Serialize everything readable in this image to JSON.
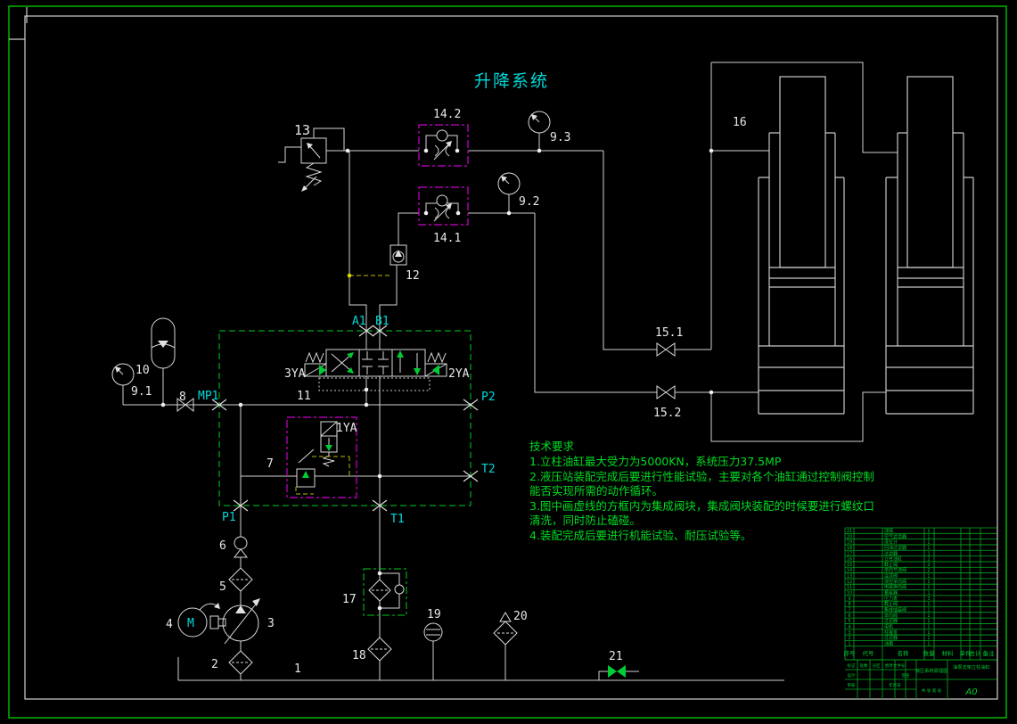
{
  "title": "升降系统",
  "ports": {
    "a1": "A1",
    "b1": "B1",
    "mp1": "MP1",
    "p1": "P1",
    "p2": "P2",
    "t1": "T1",
    "t2": "T2"
  },
  "labels": {
    "n1": "1",
    "n2": "2",
    "n3": "3",
    "n4": "4",
    "n5": "5",
    "n6": "6",
    "n7": "7",
    "n8": "8",
    "n9_1": "9.1",
    "n9_2": "9.2",
    "n9_3": "9.3",
    "n10": "10",
    "n11": "11",
    "n12": "12",
    "n13": "13",
    "n14_1": "14.1",
    "n14_2": "14.2",
    "n15_1": "15.1",
    "n15_2": "15.2",
    "n16": "16",
    "n17": "17",
    "n18": "18",
    "n19": "19",
    "n20": "20",
    "n21": "21"
  },
  "solenoids": {
    "ya1": "1YA",
    "ya2": "2YA",
    "ya3": "3YA"
  },
  "motor": "M",
  "colors": {
    "accent_cyan": "#00d9d9",
    "line_white": "#cfcfcf",
    "frame_green": "#00b400",
    "magenta": "#cc00cc",
    "pilot_yellow": "#b8b800"
  },
  "tech": {
    "heading": "技术要求",
    "lines": [
      "1.立柱油缸最大受力为5000KN，系统压力37.5MP",
      "2.液压站装配完成后要进行性能试验，主要对各个油缸通过控制阀控制",
      "能否实现所需的动作循环。",
      "3.图中画虚线的方框内为集成阀块，集成阀块装配的时候要进行螺纹口",
      "清洗，同时防止磕碰。",
      "4.装配完成后要进行机能试验、耐压试验等。"
    ]
  },
  "title_block": {
    "paper": "A0",
    "drawing_title": "液压系统原理图",
    "project": "油泵支架立柱油缸",
    "scale_note": "共 张 第 张",
    "bom_header": [
      "序号",
      "代号",
      "名称",
      "数量",
      "材料",
      "单件",
      "总计",
      "备注"
    ],
    "stamp": [
      "标记",
      "处数",
      "分区",
      "更改文件号",
      "签名",
      "年月日",
      "设计",
      "审核"
    ],
    "bom_rows": [
      {
        "no": "21",
        "name": "球阀",
        "qty": "1"
      },
      {
        "no": "20",
        "name": "空气滤清器",
        "qty": "1"
      },
      {
        "no": "19",
        "name": "液位计",
        "qty": "1"
      },
      {
        "no": "18",
        "name": "回油过滤器",
        "qty": "1"
      },
      {
        "no": "17",
        "name": "过滤器",
        "qty": "1"
      },
      {
        "no": "16",
        "name": "立柱油缸",
        "qty": "2"
      },
      {
        "no": "15",
        "name": "截止阀",
        "qty": "2"
      },
      {
        "no": "14",
        "name": "单向节流阀",
        "qty": "2"
      },
      {
        "no": "13",
        "name": "溢流阀",
        "qty": "1"
      },
      {
        "no": "12",
        "name": "液控单向阀",
        "qty": "1"
      },
      {
        "no": "11",
        "name": "电磁换向阀",
        "qty": "1"
      },
      {
        "no": "10",
        "name": "蓄能器",
        "qty": "1"
      },
      {
        "no": "9",
        "name": "压力表",
        "qty": "3"
      },
      {
        "no": "8",
        "name": "截止阀",
        "qty": "1"
      },
      {
        "no": "7",
        "name": "集成插装阀",
        "qty": "1"
      },
      {
        "no": "6",
        "name": "单向阀",
        "qty": "1"
      },
      {
        "no": "5",
        "name": "过滤器",
        "qty": "1"
      },
      {
        "no": "4",
        "name": "电机",
        "qty": "1"
      },
      {
        "no": "3",
        "name": "柱塞泵",
        "qty": "1"
      },
      {
        "no": "2",
        "name": "过滤器",
        "qty": "1"
      },
      {
        "no": "1",
        "name": "油箱",
        "qty": "1"
      }
    ]
  }
}
